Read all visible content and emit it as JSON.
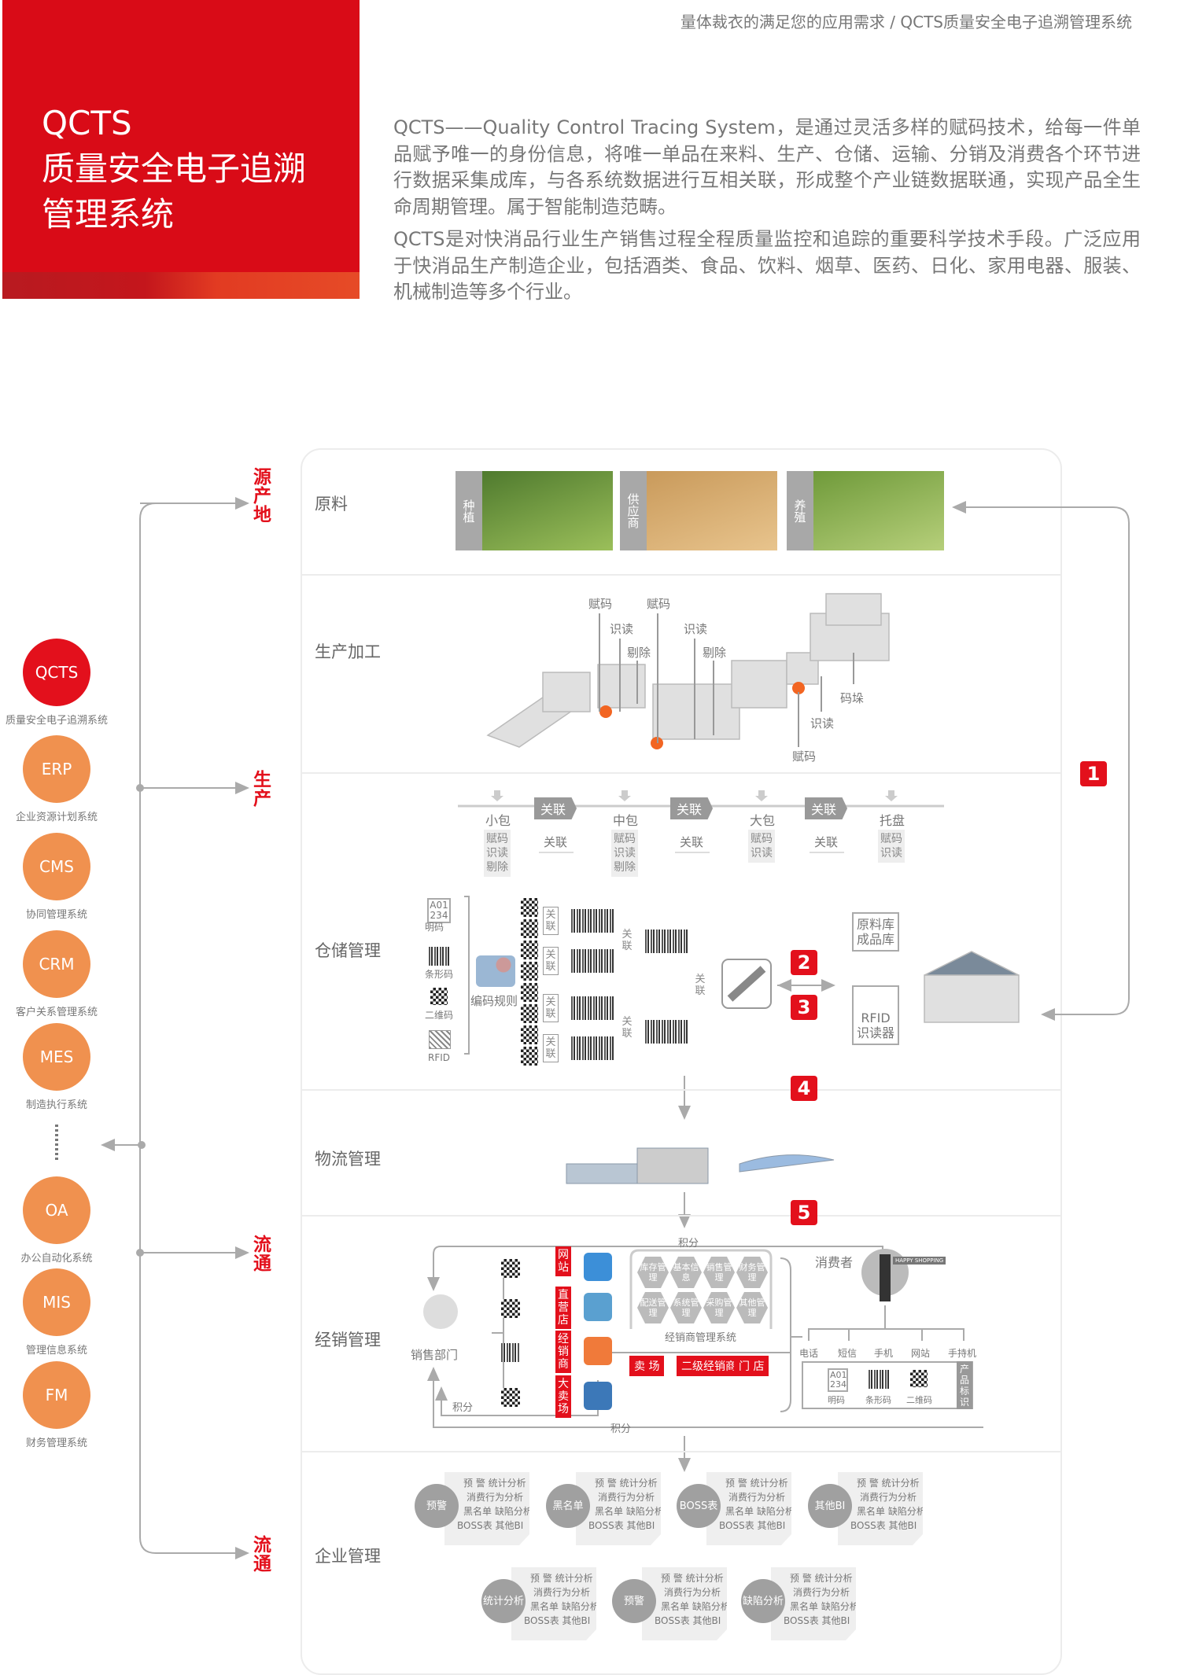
{
  "breadcrumb": "量体裁衣的满足您的应用需求 / QCTS质量安全电子追溯管理系统",
  "hero": {
    "title_lines": [
      "QCTS",
      "质量安全电子追溯",
      "管理系统"
    ]
  },
  "intro": {
    "p1": "QCTS——Quality Control Tracing System，是通过灵活多样的赋码技术，给每一件单品赋予唯一的身份信息，将唯一单品在来料、生产、仓储、运输、分销及消费各个环节进行数据采集成库，与各系统数据进行互相关联，形成整个产业链数据联通，实现产品全生命周期管理。属于智能制造范畴。",
    "p2": "QCTS是对快消品行业生产销售过程全程质量监控和追踪的重要科学技术手段。广泛应用于快消品生产制造企业，包括酒类、食品、饮料、烟草、医药、日化、家用电器、服装、机械制造等多个行业。"
  },
  "systems": [
    {
      "abbr": "QCTS",
      "name": "质量安全电子追溯系统"
    },
    {
      "abbr": "ERP",
      "name": "企业资源计划系统"
    },
    {
      "abbr": "CMS",
      "name": "协同管理系统"
    },
    {
      "abbr": "CRM",
      "name": "客户关系管理系统"
    },
    {
      "abbr": "MES",
      "name": "制造执行系统"
    },
    {
      "abbr": "OA",
      "name": "办公自动化系统"
    },
    {
      "abbr": "MIS",
      "name": "管理信息系统"
    },
    {
      "abbr": "FM",
      "name": "财务管理系统"
    }
  ],
  "stages": [
    "源产地",
    "生产",
    "流通",
    "流通"
  ],
  "colors": {
    "red": "#e3101c",
    "orange": "#f0914f",
    "gray": "#a0a0a0"
  },
  "sections": [
    "原料",
    "生产加工",
    "仓储管理",
    "物流管理",
    "经销管理",
    "企业管理"
  ],
  "raw": [
    "种植",
    "供应商",
    "养殖"
  ],
  "production_labels": [
    "赋码",
    "赋码",
    "识读",
    "识读",
    "剔除",
    "剔除",
    "码垛",
    "识读",
    "赋码"
  ],
  "packaging": {
    "levels": [
      {
        "name": "小包",
        "ops": "赋码识读剔除"
      },
      {
        "name": "中包",
        "ops": "赋码识读剔除"
      },
      {
        "name": "大包",
        "ops": "赋码识读"
      },
      {
        "name": "托盘",
        "ops": "赋码识读"
      }
    ],
    "link": "关联"
  },
  "warehouse": {
    "code_types": [
      "明码",
      "条形码",
      "二维码",
      "RFID"
    ],
    "plain_code": "A01 234",
    "coding_rule": "编码规则",
    "link": "关联",
    "store": "原料库成品库",
    "reader": "RFID识读器"
  },
  "badges": [
    "1",
    "2",
    "3",
    "4",
    "5"
  ],
  "distribution": {
    "sales": "销售部门",
    "points": "积分",
    "channels": [
      "网站",
      "直营店",
      "经销商",
      "大卖场"
    ],
    "system_name": "经销商管理系统",
    "modules": [
      "库存管理",
      "基本信息",
      "销售管理",
      "财务管理",
      "配送管理",
      "系统管理",
      "采购管理",
      "其他管理"
    ],
    "outlets": [
      "卖 场",
      "二级经销商",
      "门 店"
    ],
    "consumer": "消费者",
    "happy": "HAPPY SHOPPING",
    "contact": [
      "电话",
      "短信",
      "手机",
      "网站",
      "手持机"
    ],
    "product_id": "产品标识",
    "id_types": [
      "明码",
      "条形码",
      "二维码"
    ]
  },
  "enterprise": {
    "circles": [
      "预警",
      "黑名单",
      "BOSS表",
      "其他BI",
      "统计分析",
      "预警",
      "缺陷分析"
    ],
    "card_lines": [
      "预 警 统计分析",
      "消费行为分析",
      "黑名单 缺陷分析",
      "BOSS表   其他BI"
    ]
  }
}
